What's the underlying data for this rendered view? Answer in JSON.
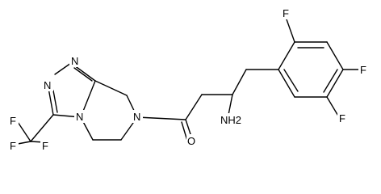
{
  "structure": {
    "atoms": {
      "f_left_top": "F",
      "f_left_mid": "F",
      "f_left_bot": "F",
      "n_triazole_1": "N",
      "n_triazole_2": "N",
      "n_bridge": "N",
      "n_amide": "N",
      "o_carbonyl": "O",
      "amine": "NH2",
      "f_aryl_top": "F",
      "f_aryl_right": "F",
      "f_aryl_bottom": "F"
    },
    "colors": {
      "bond": "#000000",
      "text": "#000000",
      "background": "#ffffff"
    }
  }
}
